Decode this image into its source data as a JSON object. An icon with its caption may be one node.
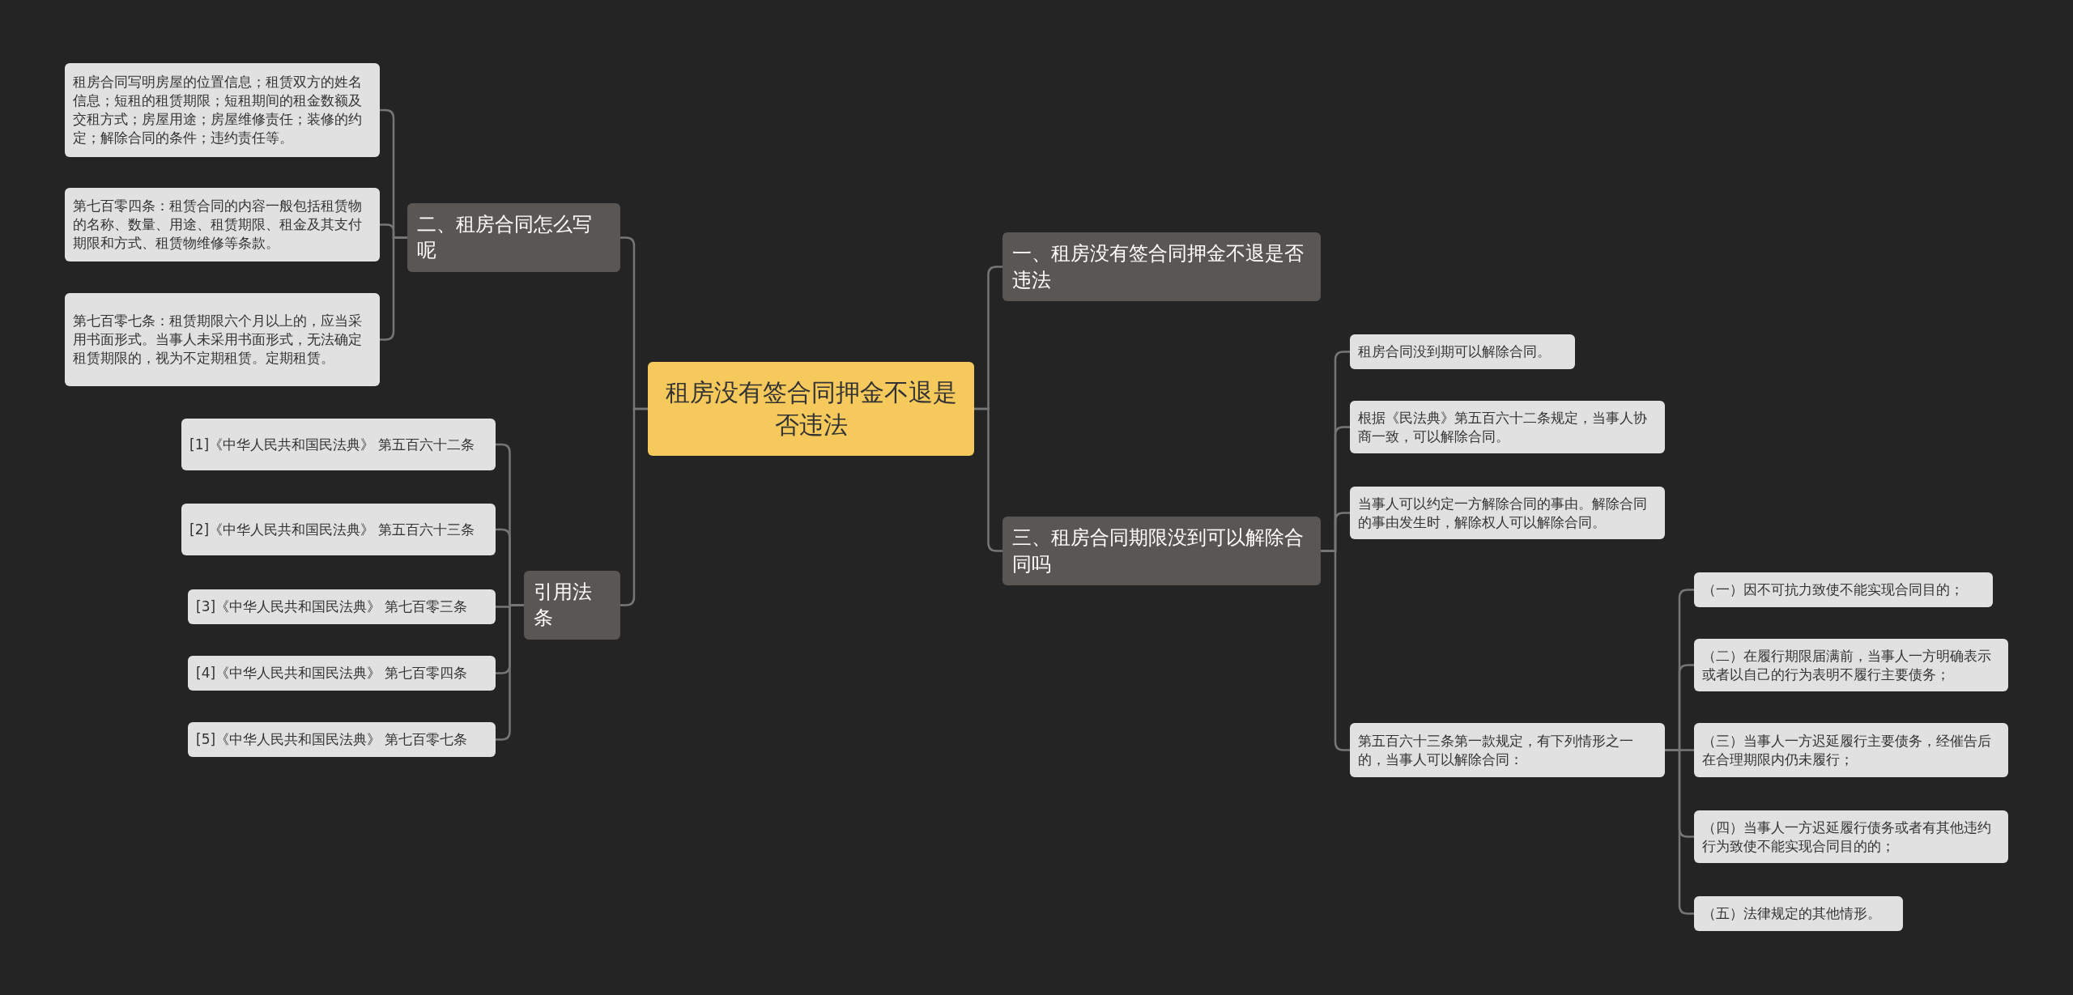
{
  "diagram": {
    "nodes": [
      {
        "text": [
          "租房没有签合同押金不退是否违法"
        ]
      },
      {
        "text": [
          "一、租房没有签合同押金不退是否违法"
        ]
      },
      {
        "text": [
          "三、租房合同期限没到可以解除合同吗"
        ]
      },
      {
        "text": [
          "二、租房合同怎么写呢"
        ]
      },
      {
        "text": [
          "引用法条"
        ]
      },
      {
        "text": [
          "租房合同写明房屋的位置信息；租赁双方的姓名信息；短租的租赁期限；短租期间的租金数额及交租方式；房屋用途；房屋维修责任；装修的约定；解除合同的条件；违约责任等。"
        ]
      },
      {
        "text": [
          "第七百零四条：租赁合同的内容一般包括租赁物的名称、数量、用途、租赁期限、租金及其支付期限和方式、租赁物维修等条款。"
        ]
      },
      {
        "text": [
          "第七百零七条：租赁期限六个月以上的，应当采用书面形式。当事人未采用书面形式，无法确定租赁期限的，视为不定期租赁。定期租赁。"
        ]
      },
      {
        "text": [
          "[1]《中华人民共和国民法典》 第五百六十二条"
        ]
      },
      {
        "text": [
          "[2]《中华人民共和国民法典》 第五百六十三条"
        ]
      },
      {
        "text": [
          "[3]《中华人民共和国民法典》 第七百零三条"
        ]
      },
      {
        "text": [
          "[4]《中华人民共和国民法典》 第七百零四条"
        ]
      },
      {
        "text": [
          "[5]《中华人民共和国民法典》 第七百零七条"
        ]
      },
      {
        "text": [
          "租房合同没到期可以解除合同。"
        ]
      },
      {
        "text": [
          "根据《民法典》第五百六十二条规定，当事人协商一致，可以解除合同。"
        ]
      },
      {
        "text": [
          "当事人可以约定一方解除合同的事由。解除合同的事由发生时，解除权人可以解除合同。"
        ]
      },
      {
        "text": [
          "第五百六十三条第一款规定，有下列情形之一的，当事人可以解除合同："
        ]
      },
      {
        "text": [
          "（一）因不可抗力致使不能实现合同目的；"
        ]
      },
      {
        "text": [
          "（二）在履行期限届满前，当事人一方明确表示或者以自己的行为表明不履行主要债务；"
        ]
      },
      {
        "text": [
          "（三）当事人一方迟延履行主要债务，经催告后在合理期限内仍未履行；"
        ]
      },
      {
        "text": [
          "（四）当事人一方迟延履行债务或者有其他违约行为致使不能实现合同目的的；"
        ]
      },
      {
        "text": [
          "（五）法律规定的其他情形。"
        ]
      }
    ],
    "edges": [
      {
        "from": 0,
        "to": 1,
        "arrow": "none"
      },
      {
        "from": 0,
        "to": 2,
        "arrow": "none"
      },
      {
        "from": 0,
        "to": 3,
        "arrow": "none"
      },
      {
        "from": 0,
        "to": 4,
        "arrow": "none"
      },
      {
        "from": 3,
        "to": 5,
        "arrow": "none"
      },
      {
        "from": 3,
        "to": 6,
        "arrow": "none"
      },
      {
        "from": 3,
        "to": 7,
        "arrow": "none"
      },
      {
        "from": 4,
        "to": 8,
        "arrow": "none"
      },
      {
        "from": 4,
        "to": 9,
        "arrow": "none"
      },
      {
        "from": 4,
        "to": 10,
        "arrow": "none"
      },
      {
        "from": 4,
        "to": 11,
        "arrow": "none"
      },
      {
        "from": 4,
        "to": 12,
        "arrow": "none"
      },
      {
        "from": 2,
        "to": 13,
        "arrow": "none"
      },
      {
        "from": 2,
        "to": 14,
        "arrow": "none"
      },
      {
        "from": 2,
        "to": 15,
        "arrow": "none"
      },
      {
        "from": 2,
        "to": 16,
        "arrow": "none"
      },
      {
        "from": 16,
        "to": 17,
        "arrow": "none"
      },
      {
        "from": 16,
        "to": 18,
        "arrow": "none"
      },
      {
        "from": 16,
        "to": 19,
        "arrow": "none"
      },
      {
        "from": 16,
        "to": 20,
        "arrow": "none"
      },
      {
        "from": 16,
        "to": 21,
        "arrow": "none"
      }
    ]
  }
}
